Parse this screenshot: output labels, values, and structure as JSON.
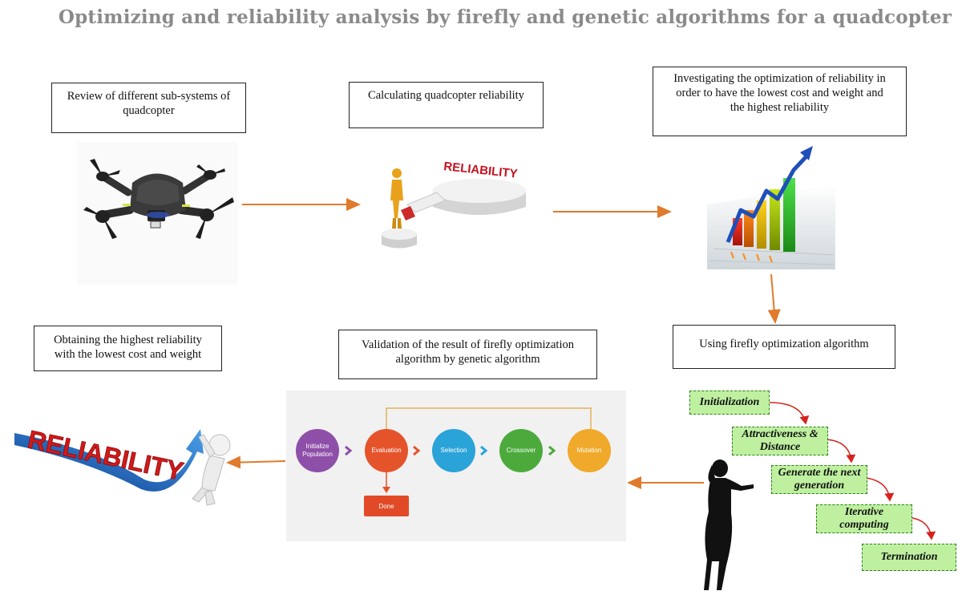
{
  "title": "Optimizing and reliability analysis by firefly and genetic algorithms for a quadcopter",
  "boxes": {
    "review": {
      "line1": "Review of different sub-systems of",
      "line2": "quadcopter"
    },
    "calculating": {
      "line1": "Calculating quadcopter reliability"
    },
    "investigating": {
      "line1": "Investigating the optimization of reliability in",
      "line2": "order to have the lowest cost and weight and",
      "line3": "the highest reliability"
    },
    "obtaining": {
      "line1": "Obtaining the highest reliability",
      "line2": "with the lowest cost and weight"
    },
    "validation": {
      "line1": "Validation of the result of firefly optimization",
      "line2": "algorithm by genetic algorithm"
    },
    "using": {
      "line1": "Using firefly optimization algorithm"
    }
  },
  "reliability_sign_1": "RELIABILITY",
  "reliability_sign_2": "RELIABILITY",
  "genetic_flow": {
    "initialize": {
      "line1": "Initialize",
      "line2": "Population"
    },
    "evaluation": "Evaluation",
    "selection": "Selection",
    "crossover": "Crossover",
    "mutation": "Mutation",
    "done": "Done"
  },
  "firefly_steps": {
    "initialization": {
      "line1": "Initialization"
    },
    "attractiveness": {
      "line1": "Attractiveness &",
      "line2": "Distance"
    },
    "generate": {
      "line1": "Generate the next",
      "line2": "generation"
    },
    "iterative": {
      "line1": "Iterative",
      "line2": "computing"
    },
    "termination": {
      "line1": "Termination"
    }
  },
  "colors": {
    "arrow": "#e07a2c",
    "title": "#8a8a8a",
    "step_fill": "#bff0a0",
    "initialize_node": "#8e4fa8",
    "evaluation_node": "#e5532b",
    "selection_node": "#2aa3d9",
    "crossover_node": "#4caa3c",
    "mutation_node": "#f0a92a",
    "done_node": "#e24a27"
  }
}
